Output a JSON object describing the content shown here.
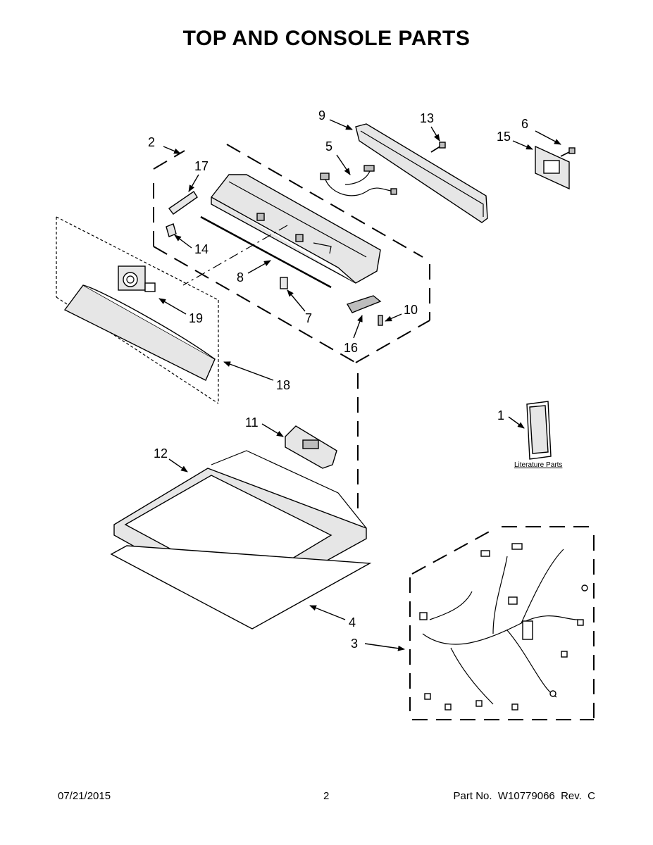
{
  "title": "TOP AND CONSOLE PARTS",
  "callouts": [
    "1",
    "2",
    "3",
    "4",
    "5",
    "6",
    "7",
    "8",
    "9",
    "10",
    "11",
    "12",
    "13",
    "14",
    "15",
    "16",
    "17",
    "18",
    "19"
  ],
  "literature_label": "Literature Parts",
  "footer": {
    "date": "07/21/2015",
    "page": "2",
    "part_no": "Part No.  W10779066  Rev.  C"
  }
}
